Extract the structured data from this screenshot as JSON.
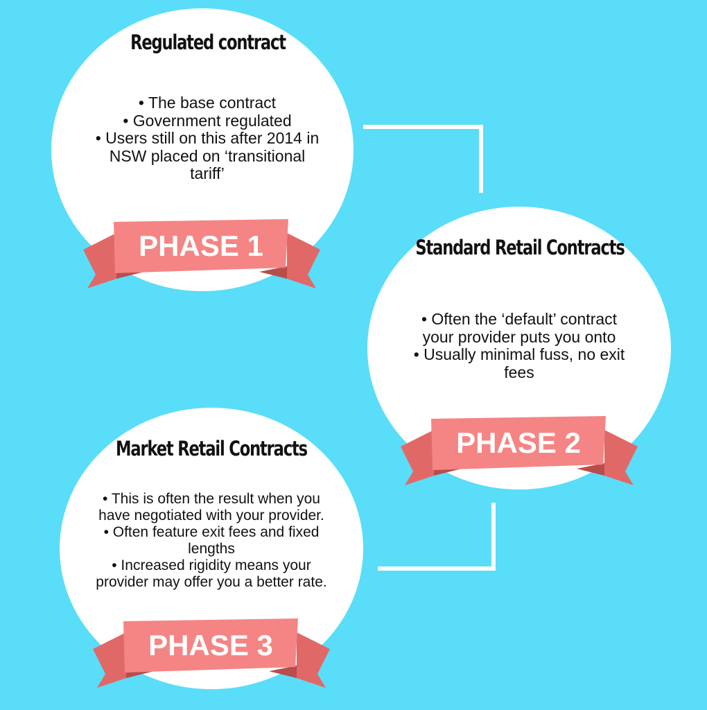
{
  "colors": {
    "background": "#5ADDF8",
    "circle": "#FFFFFF",
    "ribbon_front": "#F48584",
    "ribbon_back": "#E06967",
    "ribbon_fold": "#B84D4C",
    "connector": "#FFFFFF"
  },
  "phases": [
    {
      "title": "Regulated contract",
      "label": "PHASE 1",
      "bullets": [
        "• The base contract",
        "• Government regulated",
        "• Users still on this after 2014 in",
        "NSW placed on ‘transitional",
        "tariff’"
      ]
    },
    {
      "title": "Standard Retail Contracts",
      "label": "PHASE 2",
      "bullets": [
        "• Often the ‘default’ contract",
        "your provider puts you onto",
        "• Usually minimal fuss, no exit",
        "fees"
      ]
    },
    {
      "title": "Market Retail Contracts",
      "label": "PHASE 3",
      "bullets": [
        "• This is often the result when you",
        "have negotiated with your provider.",
        "• Often feature exit fees and fixed",
        "lengths",
        "• Increased rigidity means your",
        "provider may offer you a better rate."
      ]
    }
  ]
}
